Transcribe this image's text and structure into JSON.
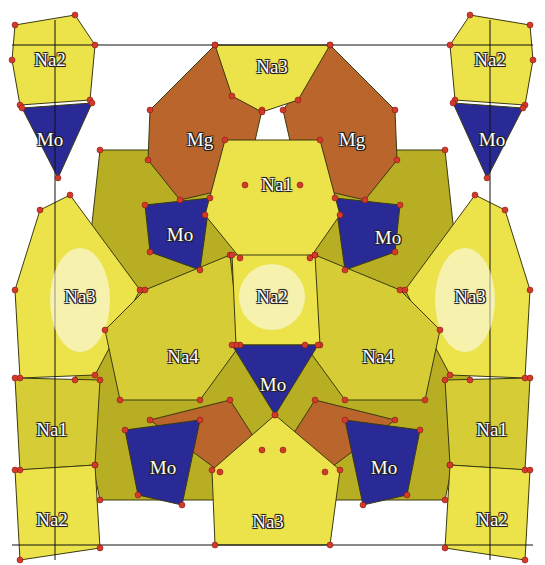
{
  "diagram": {
    "labels": [
      "Na2",
      "Na3",
      "Na2",
      "Mo",
      "Mg",
      "Mg",
      "Mo",
      "Na1",
      "Mo",
      "Mo",
      "Na3",
      "Na2",
      "Na3",
      "Na4",
      "Na4",
      "Mo",
      "Na1",
      "Na1",
      "Mo",
      "Mo",
      "Na2",
      "Na3",
      "Na2"
    ]
  }
}
